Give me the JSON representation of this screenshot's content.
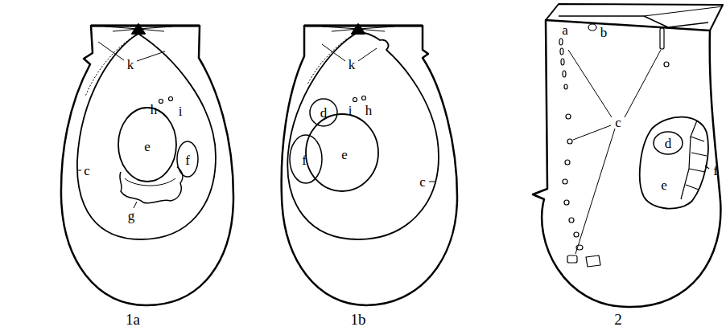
{
  "diagram": {
    "labels": [
      "k",
      "h",
      "i",
      "c",
      "e",
      "f",
      "g",
      "1a",
      "k",
      "d",
      "i",
      "h",
      "f",
      "e",
      "c",
      "1b",
      "a",
      "b",
      "c",
      "d",
      "e",
      "f",
      "2"
    ]
  }
}
